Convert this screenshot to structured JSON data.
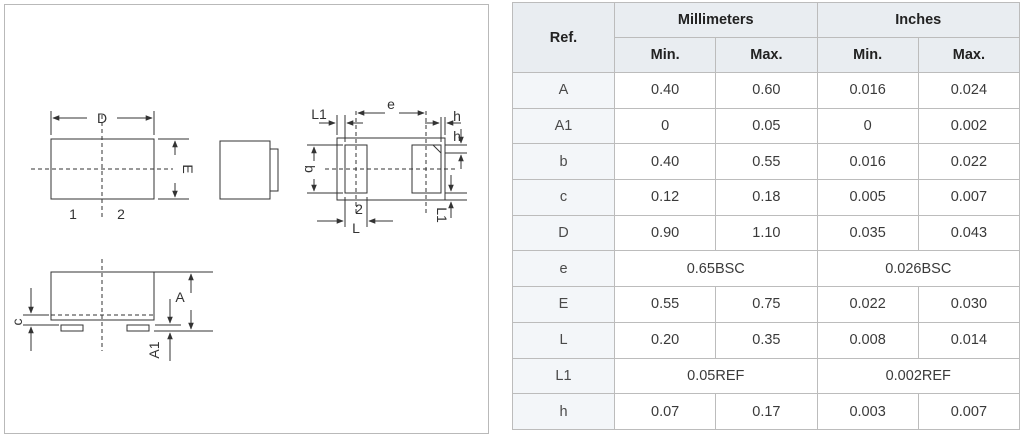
{
  "drawing": {
    "labels": {
      "D": "D",
      "E": "E",
      "n1": "1",
      "n2": "2",
      "e": "e",
      "L1_top": "L1",
      "h_top": "h",
      "h_right": "h",
      "b": "b",
      "n2_pad": "2",
      "L": "L",
      "L1_right": "L1",
      "A": "A",
      "c": "c",
      "A1": "A1"
    }
  },
  "table": {
    "header": {
      "ref": "Ref.",
      "mm": "Millimeters",
      "in": "Inches",
      "min": "Min.",
      "max": "Max."
    },
    "rows": [
      {
        "ref": "A",
        "mm_min": "0.40",
        "mm_max": "0.60",
        "in_min": "0.016",
        "in_max": "0.024"
      },
      {
        "ref": "A1",
        "mm_min": "0",
        "mm_max": "0.05",
        "in_min": "0",
        "in_max": "0.002"
      },
      {
        "ref": "b",
        "mm_min": "0.40",
        "mm_max": "0.55",
        "in_min": "0.016",
        "in_max": "0.022"
      },
      {
        "ref": "c",
        "mm_min": "0.12",
        "mm_max": "0.18",
        "in_min": "0.005",
        "in_max": "0.007"
      },
      {
        "ref": "D",
        "mm_min": "0.90",
        "mm_max": "1.10",
        "in_min": "0.035",
        "in_max": "0.043"
      },
      {
        "ref": "e",
        "mm_span": "0.65BSC",
        "in_span": "0.026BSC"
      },
      {
        "ref": "E",
        "mm_min": "0.55",
        "mm_max": "0.75",
        "in_min": "0.022",
        "in_max": "0.030"
      },
      {
        "ref": "L",
        "mm_min": "0.20",
        "mm_max": "0.35",
        "in_min": "0.008",
        "in_max": "0.014"
      },
      {
        "ref": "L1",
        "mm_span": "0.05REF",
        "in_span": "0.002REF"
      },
      {
        "ref": "h",
        "mm_min": "0.07",
        "mm_max": "0.17",
        "in_min": "0.003",
        "in_max": "0.007"
      }
    ]
  }
}
